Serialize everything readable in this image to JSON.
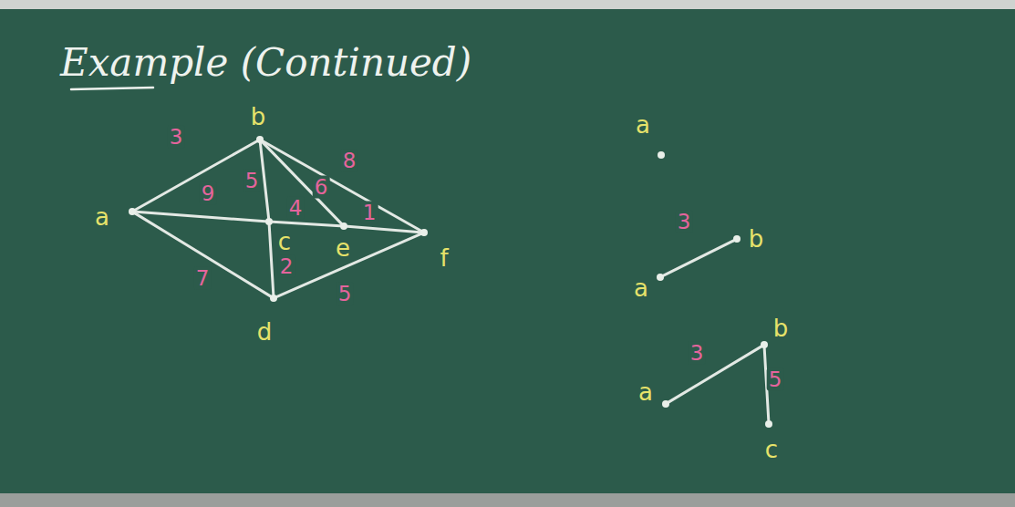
{
  "diagram": {
    "title": "Example (Continued)",
    "nodes": [
      {
        "text": [
          "a"
        ]
      },
      {
        "text": [
          "b"
        ]
      },
      {
        "text": [
          "c"
        ]
      },
      {
        "text": [
          "d"
        ]
      },
      {
        "text": [
          "e"
        ]
      },
      {
        "text": [
          "f"
        ]
      },
      {
        "text": [
          "a"
        ]
      },
      {
        "text": [
          "a"
        ]
      },
      {
        "text": [
          "b"
        ]
      },
      {
        "text": [
          "a"
        ]
      },
      {
        "text": [
          "b"
        ]
      },
      {
        "text": [
          "c"
        ]
      }
    ],
    "edges": [
      {
        "from": 0,
        "to": 1,
        "label": "3",
        "arrow": "none"
      },
      {
        "from": 0,
        "to": 2,
        "label": "9",
        "arrow": "none"
      },
      {
        "from": 0,
        "to": 3,
        "label": "7",
        "arrow": "none"
      },
      {
        "from": 1,
        "to": 2,
        "label": "5",
        "arrow": "none"
      },
      {
        "from": 1,
        "to": 4,
        "label": "6",
        "arrow": "none"
      },
      {
        "from": 1,
        "to": 5,
        "label": "8",
        "arrow": "none"
      },
      {
        "from": 2,
        "to": 4,
        "label": "4",
        "arrow": "none"
      },
      {
        "from": 4,
        "to": 5,
        "label": "1",
        "arrow": "none"
      },
      {
        "from": 2,
        "to": 3,
        "label": "2",
        "arrow": "none"
      },
      {
        "from": 3,
        "to": 5,
        "label": "5",
        "arrow": "none"
      },
      {
        "from": 7,
        "to": 8,
        "label": "3",
        "arrow": "none"
      },
      {
        "from": 9,
        "to": 10,
        "label": "3",
        "arrow": "none"
      },
      {
        "from": 10,
        "to": 11,
        "label": "5",
        "arrow": "none"
      }
    ]
  }
}
